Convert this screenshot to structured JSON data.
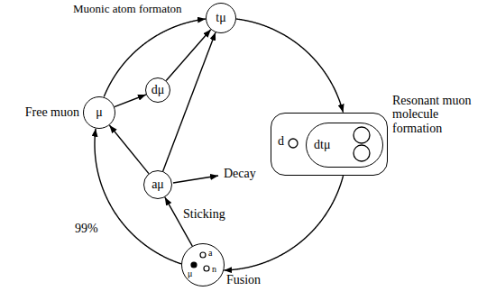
{
  "diagram": {
    "nodes": [
      {
        "text": [
          "Free muon",
          "μ"
        ]
      },
      {
        "text": [
          "dμ"
        ]
      },
      {
        "text": [
          "tμ"
        ]
      },
      {
        "text": [
          "aμ"
        ]
      },
      {
        "text": [
          "Resonant muon molecule formation"
        ]
      },
      {
        "text": [
          "dtμ"
        ],
        "in": 4
      },
      {
        "text": [
          "Fusion"
        ]
      }
    ],
    "edges": [
      {
        "from": 0,
        "to": 1,
        "arrow": "to"
      },
      {
        "from": 1,
        "to": 2,
        "arrow": "to"
      },
      {
        "from": 0,
        "to": 2,
        "arrow": "to"
      },
      {
        "from": 3,
        "to": 2,
        "arrow": "to"
      },
      {
        "from": 2,
        "to": 4,
        "arrow": "to"
      },
      {
        "from": 4,
        "to": 6,
        "arrow": "to"
      },
      {
        "from": 6,
        "to": 0,
        "arrow": "to",
        "label": "99%"
      },
      {
        "from": 6,
        "to": 3,
        "arrow": "to",
        "label": "Sticking"
      },
      {
        "from": 3,
        "to": 0,
        "arrow": "to"
      }
    ],
    "labels": [
      "Muonic atom formaton",
      "Decay",
      "d",
      "a",
      "n",
      "μ"
    ]
  }
}
